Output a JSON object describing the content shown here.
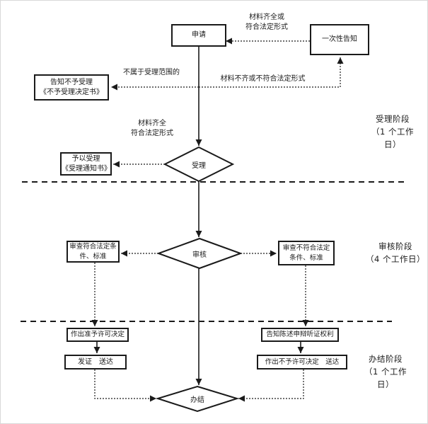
{
  "canvas": {
    "background": "#ffffff",
    "line_color": "#1a1a1a"
  },
  "nodes": {
    "apply": {
      "label": "申请"
    },
    "one_time_notice": {
      "label": "一次性告知"
    },
    "reject_notice": {
      "label": "告知不予受理\n《不予受理决定书》"
    },
    "accept": {
      "label": "受理"
    },
    "accept_notice": {
      "label": "予以受理\n《受理通知书》"
    },
    "review": {
      "label": "审核"
    },
    "review_pass": {
      "label": "审查符合法定条\n件、标准"
    },
    "review_fail": {
      "label": "审查不符合法定\n条件、标准"
    },
    "grant_decision": {
      "label": "作出准予许可决定"
    },
    "issue_deliver": {
      "label": "发证　送达"
    },
    "hearing_rights": {
      "label": "告知陈述申辩听证权利"
    },
    "deny_decision": {
      "label": "作出不予许可决定　送达"
    },
    "complete": {
      "label": "办结"
    }
  },
  "edge_labels": {
    "materials_complete_top": "材料齐全或\n符合法定形式",
    "out_of_scope": "不属于受理范围的",
    "materials_incomplete": "材料不齐或不符合法定形式",
    "materials_complete_mid": "材料齐全\n符合法定形式"
  },
  "stage_labels": {
    "accept_stage": "受理阶段\n（1 个工作\n日）",
    "review_stage": "审核阶段\n（4 个工作日）",
    "complete_stage": "办结阶段\n（1 个工作\n日）"
  }
}
